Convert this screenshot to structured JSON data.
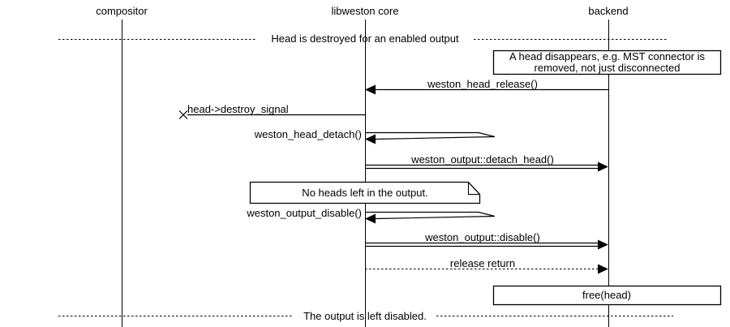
{
  "colors": {
    "background": "#ffffff",
    "ink": "#000000"
  },
  "participants": [
    {
      "id": "compositor",
      "label": "compositor"
    },
    {
      "id": "libweston-core",
      "label": "libweston core"
    },
    {
      "id": "backend",
      "label": "backend"
    }
  ],
  "dividers": [
    {
      "label": "Head is destroyed for an enabled output"
    },
    {
      "label": "The output is left disabled."
    }
  ],
  "notes": {
    "head_disappears": {
      "lines": [
        "A head disappears, e.g. MST connector is",
        "removed, not just disconnected"
      ]
    },
    "no_heads_left": {
      "text": "No heads left in the output."
    },
    "free_head": {
      "text": "free(head)"
    }
  },
  "messages": [
    {
      "label": "weston_head_release()",
      "from": "backend",
      "to": "libweston-core",
      "style": "solid"
    },
    {
      "label": "head->destroy_signal",
      "from": "libweston-core",
      "to": "lost",
      "style": "solid-x"
    },
    {
      "label": "weston_head_detach()",
      "from": "libweston-core",
      "to": "libweston-core",
      "style": "self"
    },
    {
      "label": "weston_output::detach_head()",
      "from": "libweston-core",
      "to": "backend",
      "style": "call"
    },
    {
      "label": "weston_output_disable()",
      "from": "libweston-core",
      "to": "libweston-core",
      "style": "self"
    },
    {
      "label": "weston_output::disable()",
      "from": "libweston-core",
      "to": "backend",
      "style": "call"
    },
    {
      "label": "release return",
      "from": "libweston-core",
      "to": "backend",
      "style": "dashed-return"
    }
  ]
}
